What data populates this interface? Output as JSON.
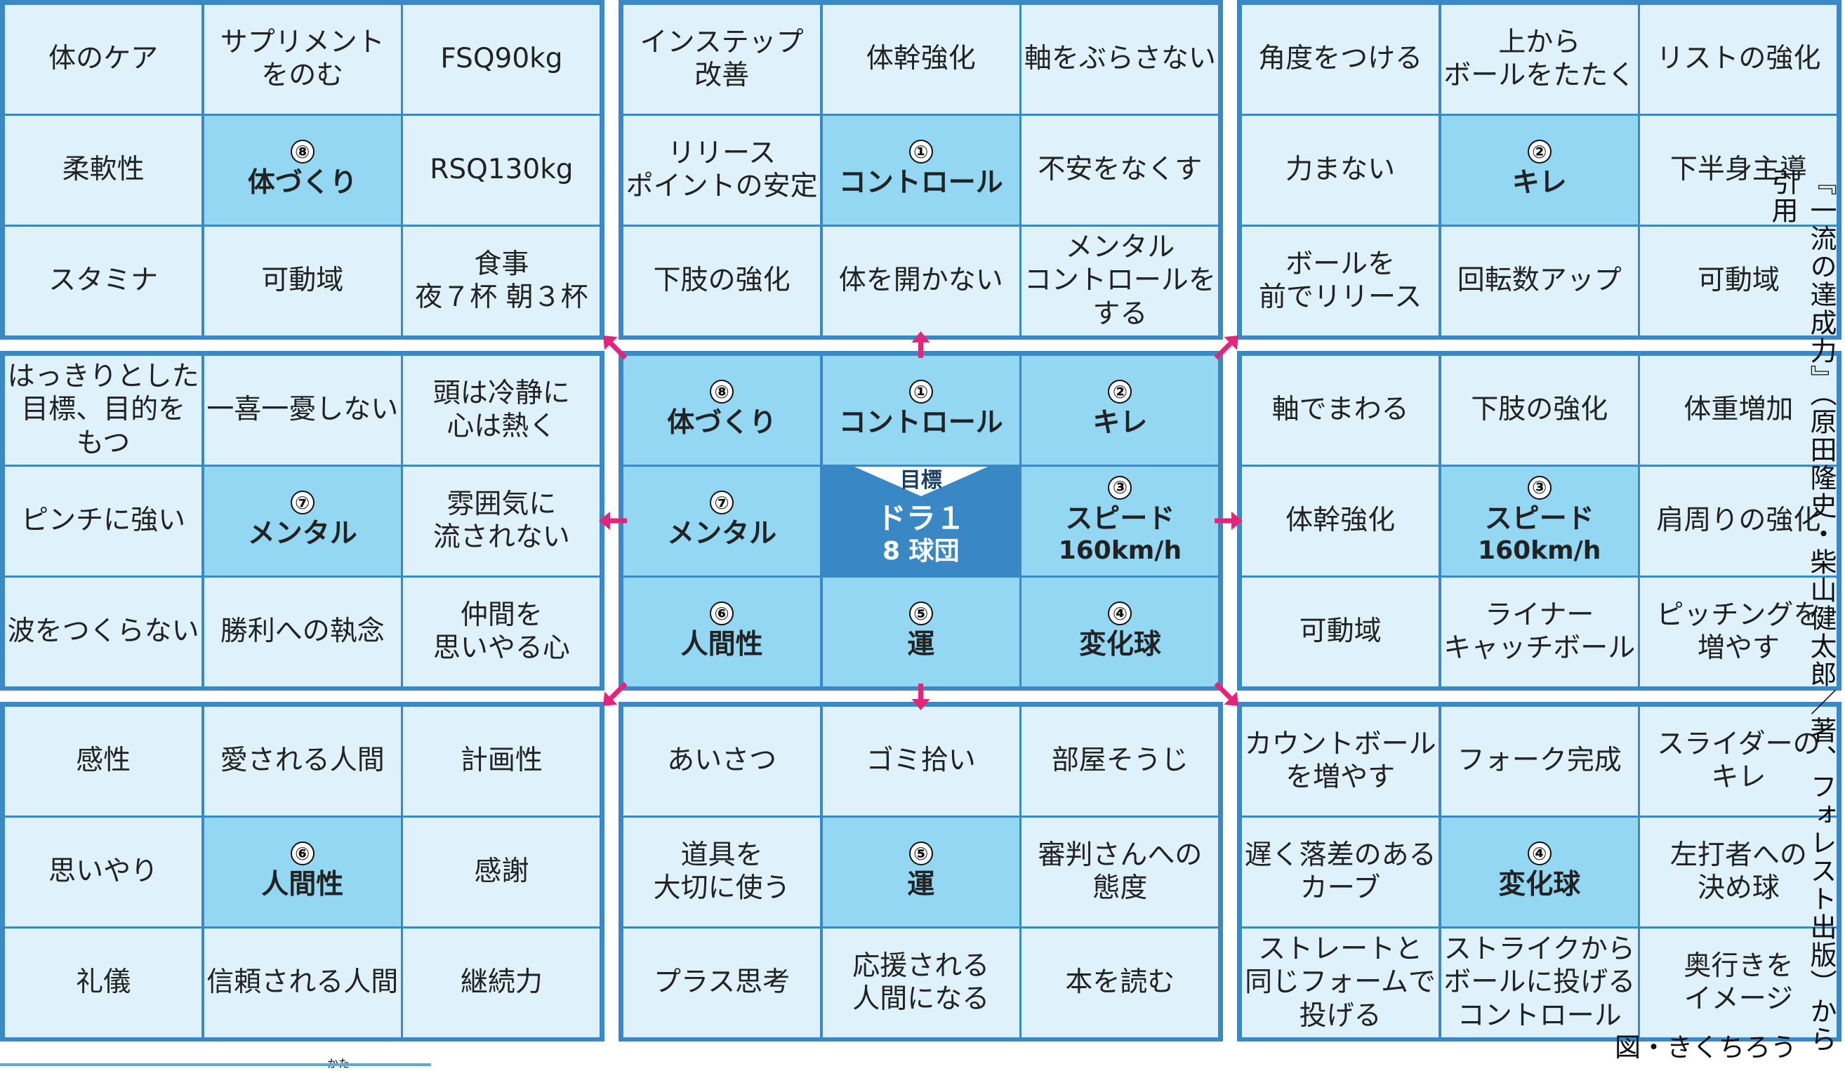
{
  "blocks": [
    {
      "id": "tl",
      "cells": [
        "体のケア",
        "サプリメント\nをのむ",
        "FSQ90kg",
        "柔軟性",
        "体づくり",
        "RSQ130kg",
        "スタミナ",
        "可動域",
        "食事\n夜７杯 朝３杯"
      ],
      "key_num": "⑧"
    },
    {
      "id": "tc",
      "cells": [
        "インステップ\n改善",
        "体幹強化",
        "軸をぶらさない",
        "リリース\nポイントの安定",
        "コントロール",
        "不安をなくす",
        "下肢の強化",
        "体を開かない",
        "メンタル\nコントロールを\nする"
      ],
      "key_num": "①"
    },
    {
      "id": "tr",
      "cells": [
        "角度をつける",
        "上から\nボールをたたく",
        "リストの強化",
        "力まない",
        "キレ",
        "下半身主導",
        "ボールを\n前でリリース",
        "回転数アップ",
        "可動域"
      ],
      "key_num": "②"
    },
    {
      "id": "ml",
      "cells": [
        "はっきりとした\n目標、目的を\nもつ",
        "一喜一憂しない",
        "頭は冷静に\n心は熱く",
        "ピンチに強い",
        "メンタル",
        "雰囲気に\n流されない",
        "波をつくらない",
        "勝利への執念",
        "仲間を\n思いやる心"
      ],
      "key_num": "⑦"
    },
    {
      "id": "mc",
      "cells": [
        "体づくり",
        "コントロール",
        "キレ",
        "メンタル",
        "ドラ１",
        "スピード",
        "人間性",
        "運",
        "変化球"
      ],
      "nums": [
        "⑧",
        "①",
        "②",
        "⑦",
        "",
        "③",
        "⑥",
        "⑤",
        "④"
      ],
      "goal_tag": "目標",
      "goal_sub": "8 球団",
      "speed_sub": "160km/h"
    },
    {
      "id": "mr",
      "cells": [
        "軸でまわる",
        "下肢の強化",
        "体重増加",
        "体幹強化",
        "スピード",
        "肩周りの強化",
        "可動域",
        "ライナー\nキャッチボール",
        "ピッチングを\n増やす"
      ],
      "key_num": "③",
      "key_sub": "160km/h"
    },
    {
      "id": "bl",
      "cells": [
        "感性",
        "愛される人間",
        "計画性",
        "思いやり",
        "人間性",
        "感謝",
        "礼儀",
        "信頼される人間",
        "継続力"
      ],
      "key_num": "⑥"
    },
    {
      "id": "bc",
      "cells": [
        "あいさつ",
        "ゴミ拾い",
        "部屋そうじ",
        "道具を\n大切に使う",
        "運",
        "審判さんへの\n態度",
        "プラス思考",
        "応援される\n人間になる",
        "本を読む"
      ],
      "key_num": "⑤"
    },
    {
      "id": "br",
      "cells": [
        "カウントボール\nを増やす",
        "フォーク完成",
        "スライダーの\nキレ",
        "遅く落差のある\nカーブ",
        "変化球",
        "左打者への\n決め球",
        "ストレートと\n同じフォームで\n投げる",
        "ストライクから\nボールに投げる\nコントロール",
        "奥行きを\nイメージ"
      ],
      "key_num": "④"
    }
  ],
  "caption_vertical": "『一流の達成力』（原田隆史・柴山健太郎／著、フォレスト出版）から引用",
  "credit": "図・きくちろう",
  "furigana": "かた",
  "colors": {
    "border": "#3b88c6",
    "cell_bg": "#dff2fb",
    "key_bg": "#93d7f3",
    "goal_bg": "#3a87c5",
    "arrow": "#e4247b"
  }
}
